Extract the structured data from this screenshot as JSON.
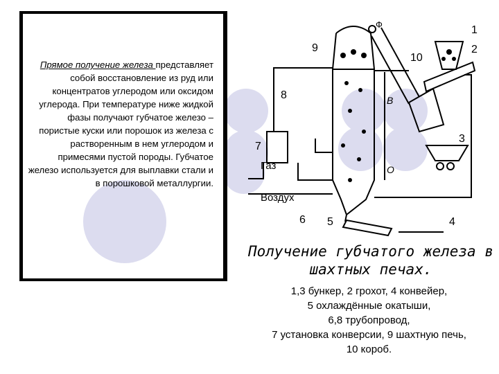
{
  "description": {
    "title": "Прямое получение железа",
    "body": "представляет собой восстановление из руд или концентратов углеродом или оксидом углерода. При температуре ниже жидкой фазы получают губчатое железо – пористые куски или порошок из железа с растворенным в нем углеродом и примесями пустой породы. Губчатое железо используется для выплавки стали и в порошковой металлургии."
  },
  "diagram": {
    "labels": {
      "n1": "1",
      "n2": "2",
      "n3": "3",
      "n4": "4",
      "n5": "5",
      "n6": "6",
      "n7": "7",
      "n8": "8",
      "n9": "9",
      "n10": "10",
      "gas": "Газ",
      "air": "Воздух",
      "b": "В",
      "o": "О",
      "phi": "Ф"
    }
  },
  "caption": {
    "title": "Получение губчатого железа в шахтных печах.",
    "legend": [
      "1,3 бункер, 2 грохот, 4 конвейер,",
      "5 охлаждённые окатыши,",
      "6,8 трубопровод,",
      "7 установка конверсии, 9 шахтную печь,",
      "10 короб."
    ]
  },
  "colors": {
    "circle": "#dcdcef",
    "line": "#000000"
  }
}
